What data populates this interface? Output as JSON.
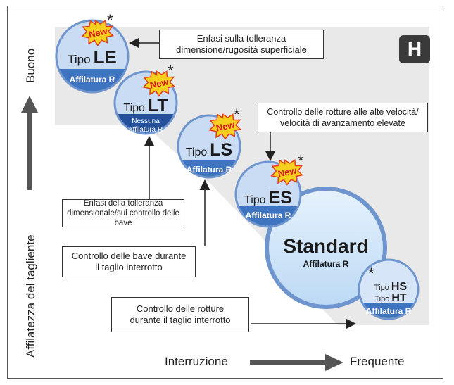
{
  "badge": "H",
  "axis": {
    "y_top": "Buono",
    "y_label": "Affilatezza del tagliente",
    "x_left": "Interruzione",
    "x_right": "Frequente"
  },
  "new_label": "New",
  "star": "*",
  "circles": {
    "le": {
      "tipo": "Tipo",
      "code": "LE",
      "sub": "Affilatura R"
    },
    "lt": {
      "tipo": "Tipo",
      "code": "LT",
      "sub_line1": "Nessuna",
      "sub_line2": "affilatura R"
    },
    "ls": {
      "tipo": "Tipo",
      "code": "LS",
      "sub": "Affilatura R"
    },
    "es": {
      "tipo": "Tipo",
      "code": "ES",
      "sub": "Affilatura R"
    },
    "standard": {
      "title": "Standard",
      "sub": "Affilatura R"
    },
    "hs": {
      "tipo1": "Tipo",
      "code1": "HS",
      "tipo2": "Tipo",
      "code2": "HT",
      "sub": "Affilatura R"
    }
  },
  "boxes": {
    "le_note": [
      "Enfasi sulla tolleranza",
      "dimensione/rugosità superficiale"
    ],
    "es_note": [
      "Controllo delle rotture alle alte velocità/",
      "velocità di avanzamento elevate"
    ],
    "lt_note": [
      "Enfasi della tolleranza",
      "dimensionale/sul controllo delle bave"
    ],
    "ls_note": [
      "Controllo delle bave durante",
      "il taglio interrotto"
    ],
    "hs_note": [
      "Controllo delle rotture",
      "durante il taglio interrotto"
    ]
  },
  "colors": {
    "panel": "#e9e9e9",
    "circle_light": "#c9dcf3",
    "circle_ring": "#6f95cf",
    "band": "#3f75c0",
    "band_dark": "#25509a",
    "standard_fill": "#cfe6fb",
    "burst": "#f5d01e",
    "burst_edge": "#e23c1b",
    "new_text": "#d41a1a"
  }
}
